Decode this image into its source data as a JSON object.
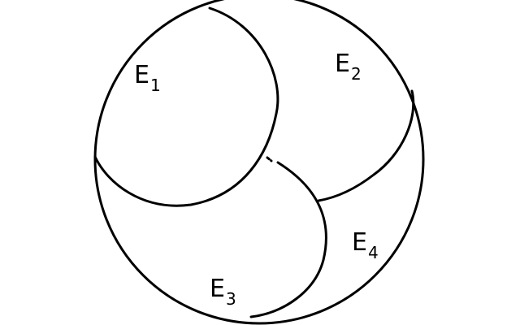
{
  "diagram": {
    "regions": [
      {
        "id": "e1",
        "letter": "E",
        "index": "1"
      },
      {
        "id": "e2",
        "letter": "E",
        "index": "2"
      },
      {
        "id": "e3",
        "letter": "E",
        "index": "3"
      },
      {
        "id": "e4",
        "letter": "E",
        "index": "4"
      }
    ],
    "stroke_color": "#000000",
    "background_color": "#ffffff"
  }
}
